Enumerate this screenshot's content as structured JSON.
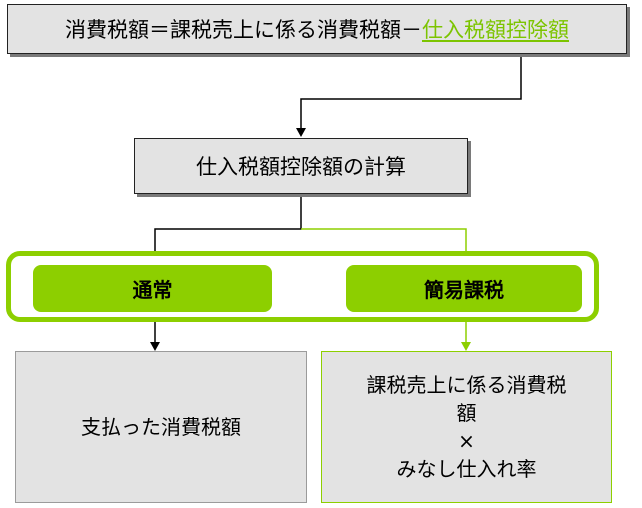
{
  "formula": {
    "prefix": "消費税額＝課税売上に係る消費税額－",
    "link": "仕入税額控除額"
  },
  "calc_box": {
    "label": "仕入税額控除額の計算"
  },
  "methods": [
    {
      "label": "通常"
    },
    {
      "label": "簡易課税"
    }
  ],
  "results": {
    "normal": {
      "label": "支払った消費税額"
    },
    "simplified": {
      "line1": "課税売上に係る消費税",
      "line2": "額",
      "line3": "×",
      "line4": "みなし仕入れ率"
    }
  },
  "colors": {
    "accent": "#8dcf00",
    "link": "#7cc400",
    "box_fill": "#e3e3e3"
  }
}
